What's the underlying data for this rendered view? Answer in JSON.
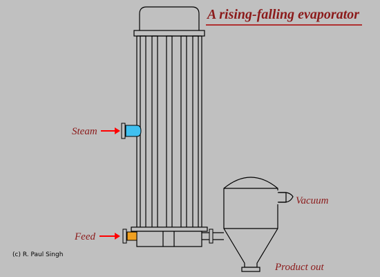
{
  "title": "A rising-falling evaporator",
  "labels": {
    "steam": "Steam",
    "feed": "Feed",
    "vacuum": "Vacuum",
    "product_out": "Product out"
  },
  "credit": "(c) R. Paul Singh",
  "colors": {
    "background": "#c0c0c0",
    "label_red": "#8b1a1a",
    "arrow_red": "#ff0000",
    "steam_inlet": "#40c0f0",
    "feed_inlet": "#f0a020",
    "title_underline": "#aa0000"
  }
}
